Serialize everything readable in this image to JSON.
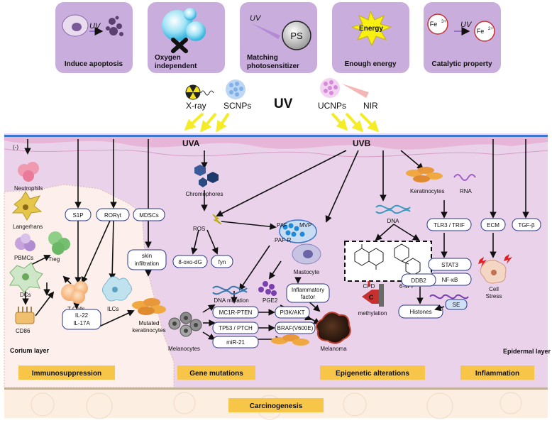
{
  "top_cards": [
    {
      "label": "Induce apoptosis",
      "uv": "UV"
    },
    {
      "label_lines": [
        "Oxygen",
        "independent"
      ]
    },
    {
      "label_lines": [
        "Matching",
        "photosensitizer"
      ],
      "uv": "UV",
      "ps": "PS"
    },
    {
      "label": "Enough energy",
      "burst": "Energy"
    },
    {
      "label": "Catalytic property",
      "uv": "UV",
      "fe3": "Fe",
      "fe3_sup": "3+",
      "fe2": "Fe",
      "fe2_sup": "2+"
    }
  ],
  "sources": {
    "xray": "X-ray",
    "scnps": "SCNPs",
    "uv": "UV",
    "ucnps": "UCNPs",
    "nir": "NIR"
  },
  "bands": {
    "uva": "UVA",
    "uvb": "UVB"
  },
  "layers": {
    "epidermal": "Epidermal layer",
    "corium": "Corium layer",
    "minus": "(-)"
  },
  "immune": {
    "neutrophils": "Neutrophils",
    "langerhans": "Langerhans",
    "pbmcs": "PBMCs",
    "treg": "Treg",
    "dcs": "DCs",
    "cd86": "CD86",
    "tcells": "T Cells",
    "ilcs": "ILCs",
    "s1p": "S1P",
    "roryt": "RORγt",
    "mdscs": "MDSCs",
    "skin_infiltration": [
      "skin",
      "infiltration"
    ],
    "il": [
      "IL-22",
      "IL-17A"
    ],
    "mutated_keratinocytes": [
      "Mutated",
      "keratinocytes"
    ]
  },
  "uva_path": {
    "chromophores": "Chromophores",
    "ros": "ROS",
    "oxodg": "8-oxo-dG",
    "fyn": "fyn",
    "paf": "PAF",
    "mvp": "MVP",
    "pafr": "PAF-R",
    "mastocyte": "Mastocyte",
    "pge2": "PGE2",
    "inflammatory_factor": [
      "Inflammatory",
      "factor"
    ],
    "dna_mutation": "DNA mutation",
    "mc1r": "MC1R-PTEN",
    "pi3k": "PI3K/AKT",
    "tp53": "TP53 / PTCH",
    "braf": "BRAF(V600E)",
    "mir21": "miR-21",
    "melanocytes": "Melanocytes",
    "melanoma": "Melanoma"
  },
  "uvb_path": {
    "dna": "DNA",
    "cpd": "CPD",
    "pp64": "6-4PP",
    "methylation": "methylation",
    "c": "C",
    "keratinocytes": "Keratinocytes",
    "rna": "RNA",
    "tlr3": "TLR3 / TRIF",
    "stat3": "STAT3",
    "nfkb": "NF-κB",
    "ddb2": "DDB2",
    "se": "SE",
    "histones": "Histones",
    "ecm": "ECM",
    "cell_stress": [
      "Cell",
      "Stress"
    ],
    "tgfb": "TGF-β"
  },
  "footer": {
    "immunosuppression": "Immunosuppression",
    "gene_mutations": "Gene mutations",
    "epigenetic": "Epigenetic alterations",
    "inflammation": "Inflammation",
    "carcinogenesis": "Carcinogenesis"
  },
  "colors": {
    "card": "#c9addd",
    "skin": "#ead2ea",
    "corium": "#fdf0ec",
    "label_box": "#f7c548",
    "uv_purple": "#7a3fb0",
    "blue_text": "#2a6ad0",
    "pink_text": "#c04cbf",
    "red_text": "#e02020",
    "arrow_yellow": "#f4ec27",
    "membrane_blue": "#3a78d0",
    "node_border": "#2a3a8a"
  }
}
